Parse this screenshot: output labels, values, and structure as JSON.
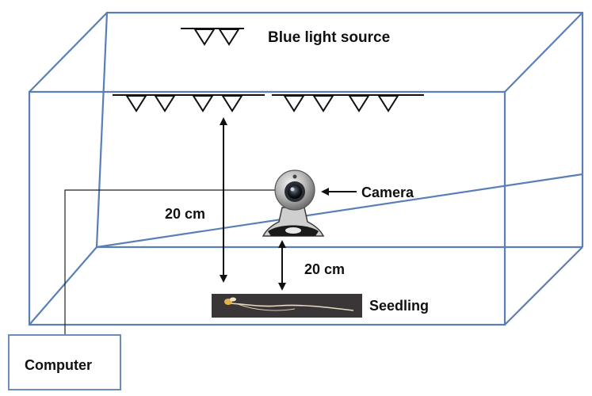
{
  "labels": {
    "light_source": "Blue light source",
    "camera": "Camera",
    "distance_light_to_seedling": "20 cm",
    "distance_camera_to_seedling": "20 cm",
    "seedling": "Seedling",
    "computer": "Computer"
  },
  "colors": {
    "box_edge": "#5a7fb8",
    "line": "#111111",
    "seedling_bg": "#3a3536",
    "seedling_plant": "#e7dcc2",
    "seed": "#e2b24a"
  },
  "icons": {
    "light": "triangle-down-icon",
    "camera": "webcam-icon"
  }
}
